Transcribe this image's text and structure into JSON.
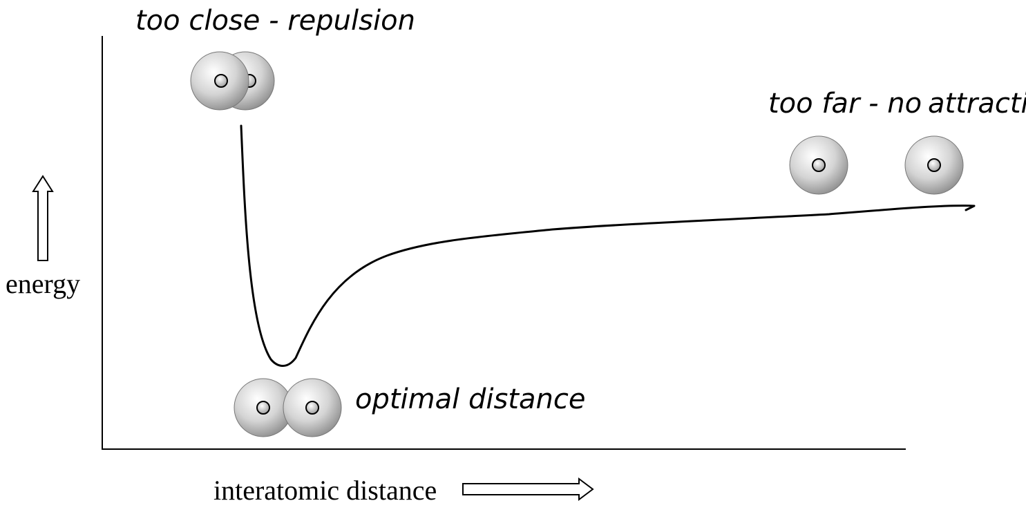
{
  "labels": {
    "too_close": "too close - repulsion",
    "too_far_a": "too far - no",
    "too_far_b": "attraction",
    "optimal": "optimal distance",
    "energy": "energy",
    "distance": "interatomic distance"
  },
  "colors": {
    "line": "#000000",
    "atom_light": "#ffffff",
    "atom_mid": "#d4d4d4",
    "atom_dark": "#8c8c8c"
  },
  "icons": {
    "up_arrow": "energy-arrow-icon",
    "right_arrow": "distance-arrow-icon",
    "atom": "atom-icon"
  }
}
